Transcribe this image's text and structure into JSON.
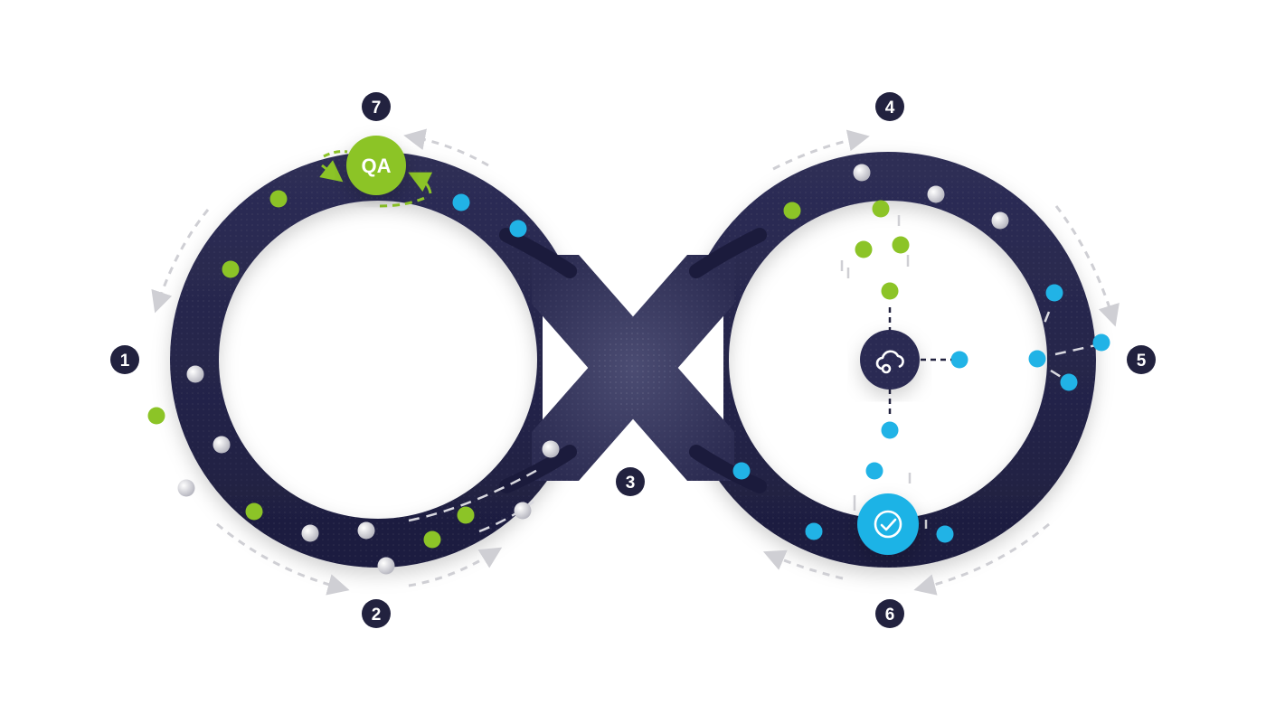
{
  "colors": {
    "band": "#25254a",
    "band_dark": "#16163a",
    "band_light": "#3f4068",
    "green": "#8cc427",
    "blue": "#21b3e6",
    "white_dot": "#e4e4e8",
    "arrow": "#cfcfd4",
    "badge": "#22223f"
  },
  "step_badges": [
    {
      "id": "step-1",
      "label": "1"
    },
    {
      "id": "step-2",
      "label": "2"
    },
    {
      "id": "step-3",
      "label": "3"
    },
    {
      "id": "step-4",
      "label": "4"
    },
    {
      "id": "step-5",
      "label": "5"
    },
    {
      "id": "step-6",
      "label": "6"
    },
    {
      "id": "step-7",
      "label": "7"
    }
  ],
  "qa_node": {
    "label": "QA"
  },
  "icons": {
    "cloud": "cloud-icon",
    "check": "check-circle-icon"
  }
}
